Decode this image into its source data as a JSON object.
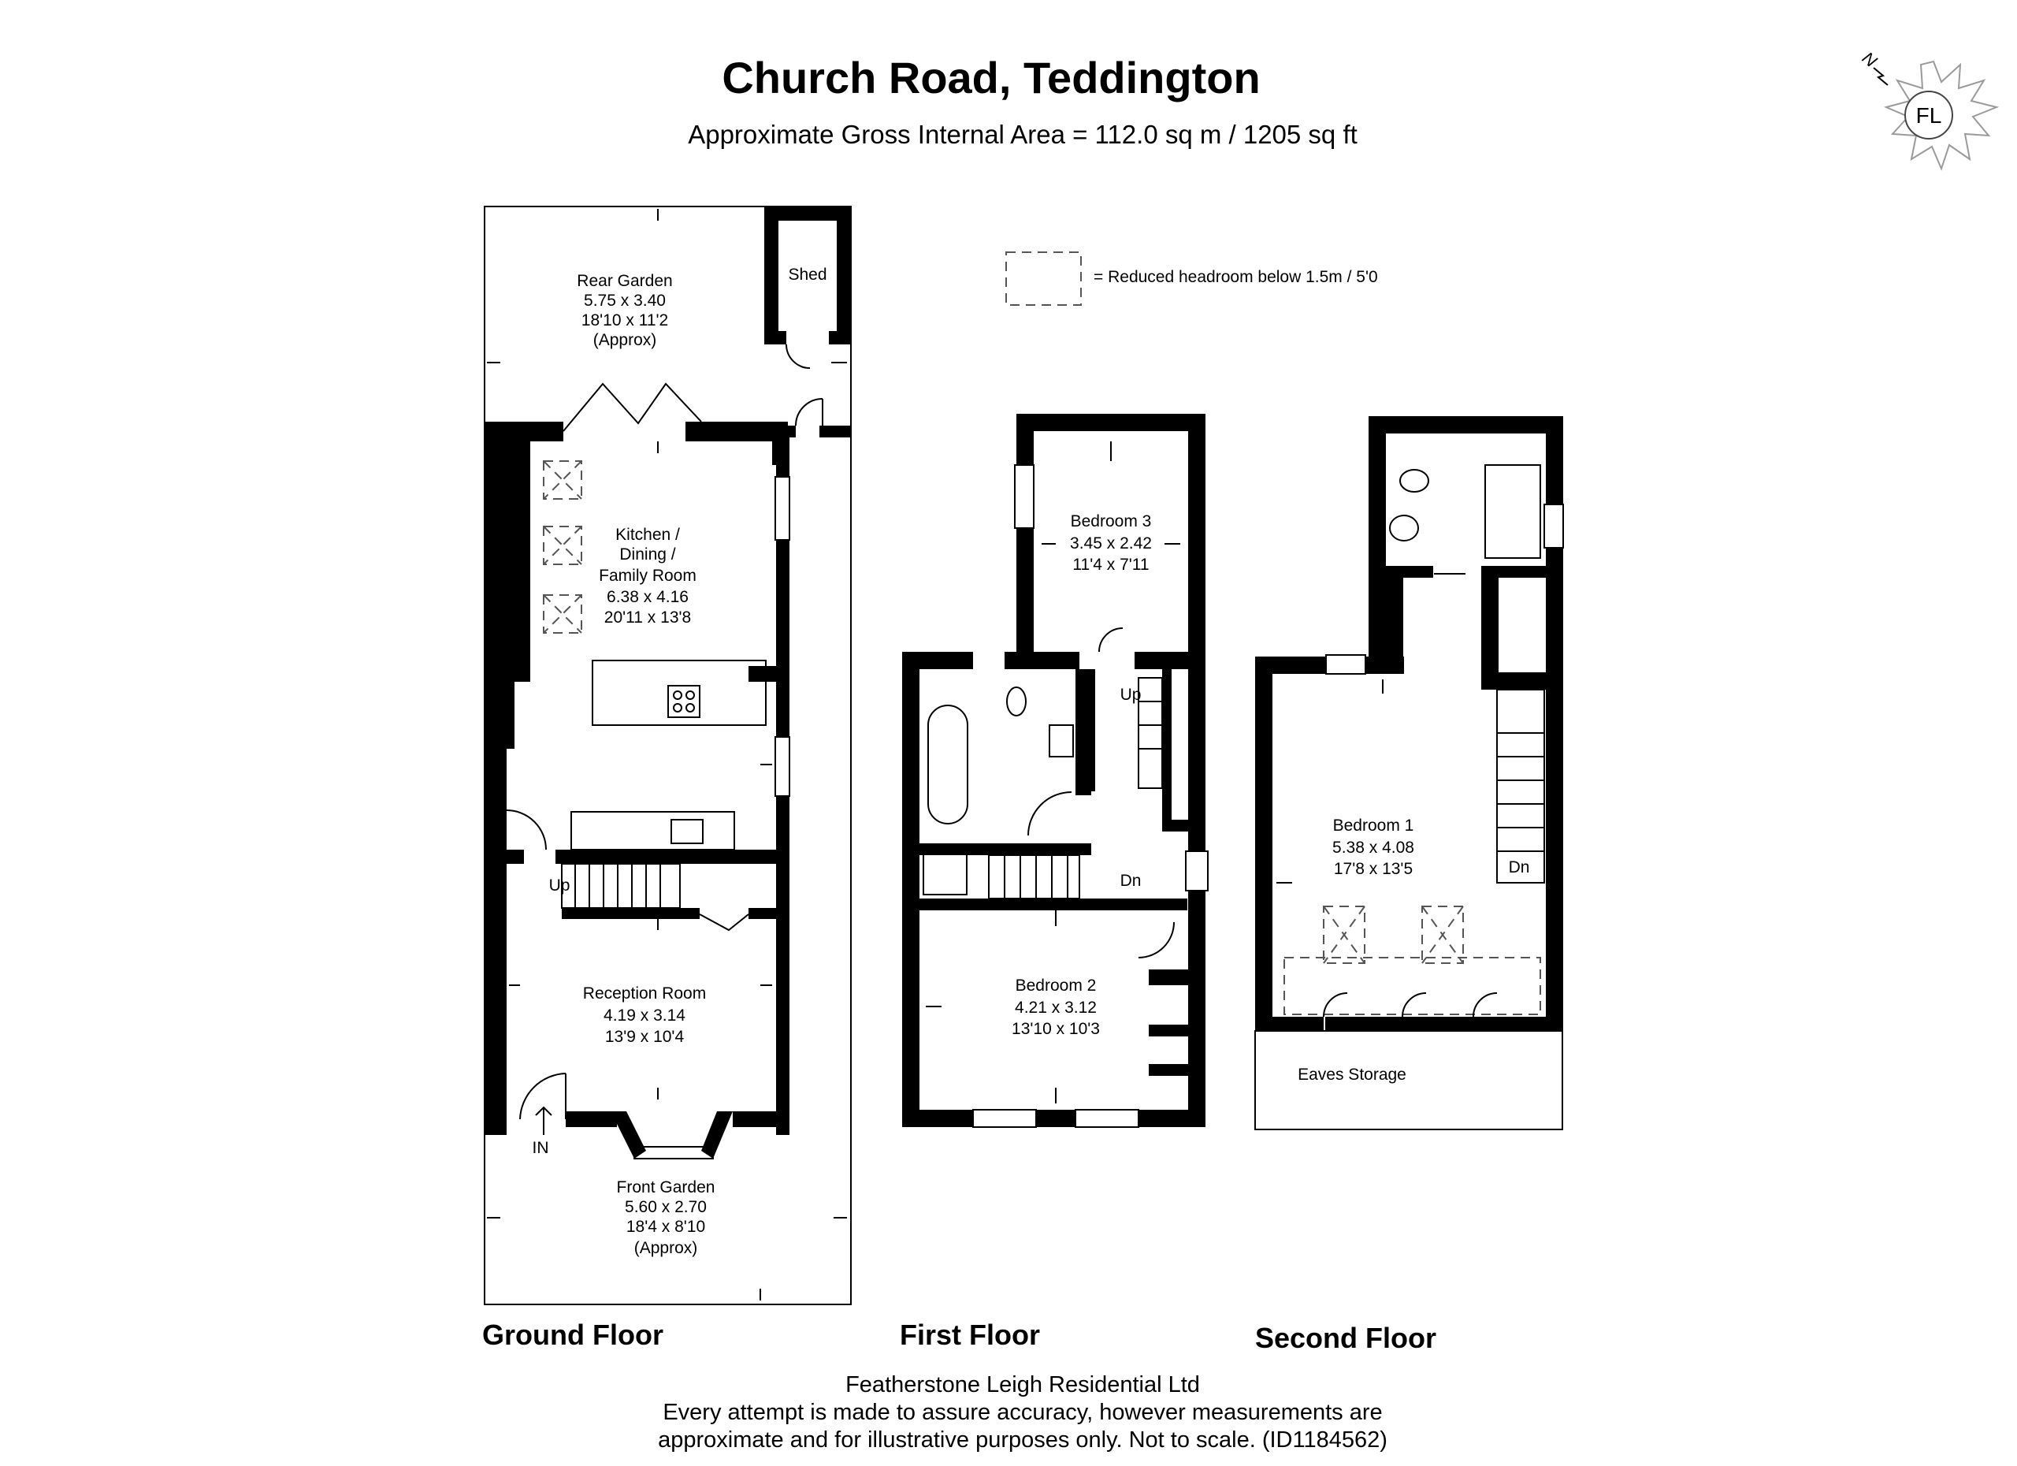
{
  "header": {
    "title": "Church Road, Teddington",
    "subtitle": "Approximate Gross Internal Area = 112.0 sq m / 1205 sq ft"
  },
  "compass": {
    "north": "N",
    "logo_text": "FL"
  },
  "legend": {
    "text": "= Reduced headroom below 1.5m / 5'0"
  },
  "ground_floor": {
    "label": "Ground Floor",
    "shed": "Shed",
    "rear_garden": [
      "Rear Garden",
      "5.75 x 3.40",
      "18'10 x 11'2",
      "(Approx)"
    ],
    "kitchen": [
      "Kitchen /",
      "Dining /",
      "Family Room",
      "6.38 x 4.16",
      "20'11 x 13'8"
    ],
    "reception": [
      "Reception Room",
      "4.19 x 3.14",
      "13'9 x 10'4"
    ],
    "front_garden": [
      "Front Garden",
      "5.60 x 2.70",
      "18'4 x 8'10",
      "(Approx)"
    ],
    "stairs_up": "Up",
    "entrance": "IN"
  },
  "first_floor": {
    "label": "First Floor",
    "bedroom3": [
      "Bedroom 3",
      "3.45 x 2.42",
      "11'4 x 7'11"
    ],
    "bedroom2": [
      "Bedroom 2",
      "4.21 x 3.12",
      "13'10 x 10'3"
    ],
    "stairs_up": "Up",
    "stairs_down": "Dn"
  },
  "second_floor": {
    "label": "Second Floor",
    "bedroom1": [
      "Bedroom 1",
      "5.38 x 4.08",
      "17'8 x 13'5"
    ],
    "eaves": "Eaves Storage",
    "stairs_down": "Dn"
  },
  "footer": {
    "company": "Featherstone Leigh Residential Ltd",
    "line1": "Every attempt is made to assure accuracy, however measurements are",
    "line2": "approximate and for illustrative purposes only. Not to scale. (ID1184562)"
  }
}
